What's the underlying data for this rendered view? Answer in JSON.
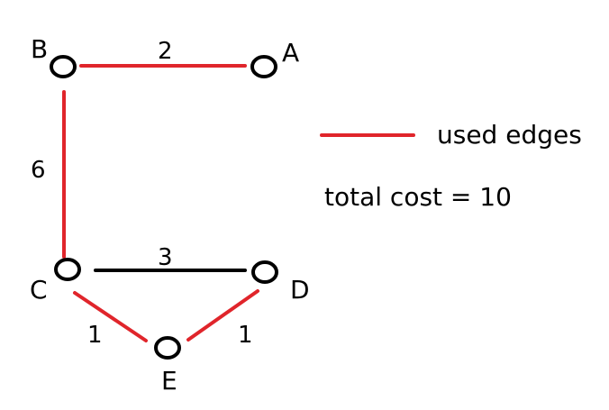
{
  "graph": {
    "nodes": [
      {
        "id": "A",
        "label": "A"
      },
      {
        "id": "B",
        "label": "B"
      },
      {
        "id": "C",
        "label": "C"
      },
      {
        "id": "D",
        "label": "D"
      },
      {
        "id": "E",
        "label": "E"
      }
    ],
    "edges": [
      {
        "from": "B",
        "to": "A",
        "weight": "2",
        "used": true
      },
      {
        "from": "B",
        "to": "C",
        "weight": "6",
        "used": true
      },
      {
        "from": "C",
        "to": "D",
        "weight": "3",
        "used": false
      },
      {
        "from": "C",
        "to": "E",
        "weight": "1",
        "used": true
      },
      {
        "from": "D",
        "to": "E",
        "weight": "1",
        "used": true
      }
    ]
  },
  "legend": {
    "used_edges_label": "used edges",
    "total_cost_text": "total cost = 10"
  },
  "colors": {
    "used_edge": "#e0252b",
    "unused_edge": "#000000",
    "node_stroke": "#000000",
    "background": "#ffffff"
  }
}
